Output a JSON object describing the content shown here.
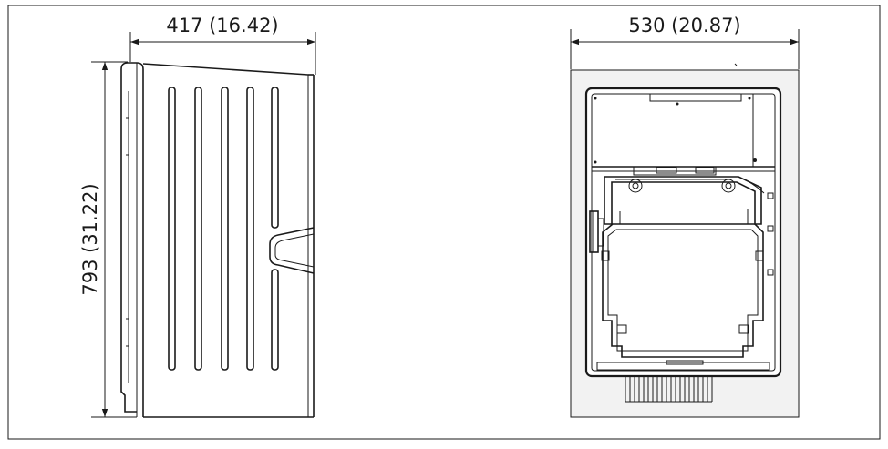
{
  "dimensions": {
    "side_depth": "417 (16.42)",
    "height": "793 (31.22)",
    "front_width": "530 (20.87)"
  },
  "colors": {
    "line": "#1a1a1a",
    "panel_fill": "#f2f2f2",
    "background": "#ffffff"
  }
}
